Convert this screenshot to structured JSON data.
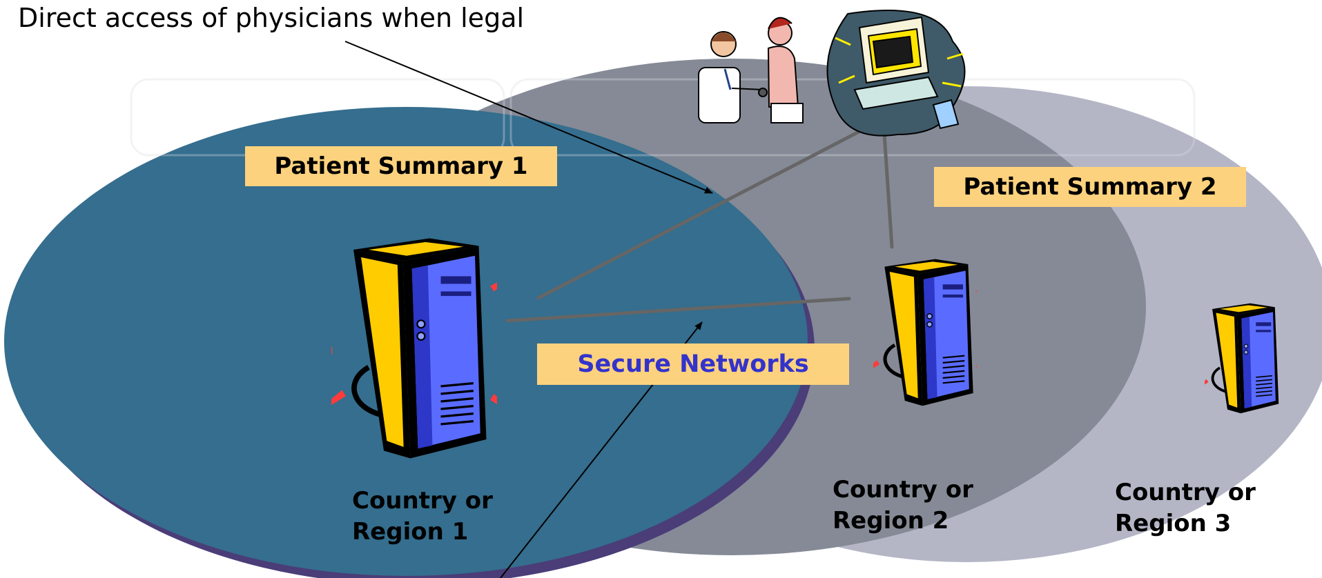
{
  "annotations": {
    "top_caption": "Direct access of physicians when legal"
  },
  "labels": {
    "patient_summary_1": "Patient Summary 1",
    "patient_summary_2": "Patient Summary 2",
    "secure_networks": "Secure Networks"
  },
  "regions": [
    {
      "line1": "Country or",
      "line2": "Region 1"
    },
    {
      "line1": "Country or",
      "line2": "Region 2"
    },
    {
      "line1": "Country or",
      "line2": "Region 3"
    }
  ],
  "colors": {
    "region1_fill": "#356e8e",
    "region2_fill": "#858a96",
    "region3_fill": "#b4b6c6",
    "label_box": "#fdd27e",
    "secure_networks_text": "#3333cc",
    "network_line": "#666666"
  },
  "icons": [
    "server-icon",
    "computer-terminal-icon",
    "physician-icon",
    "patient-icon"
  ]
}
